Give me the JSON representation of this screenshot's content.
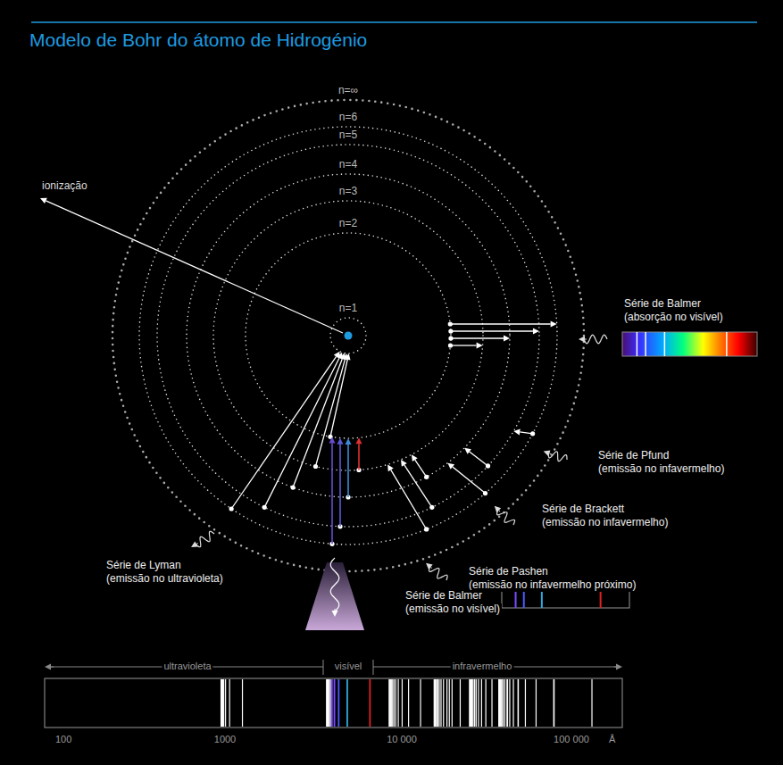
{
  "diagram": {
    "title": "Modelo de Bohr do átomo de Hidrogénio",
    "labels": [
      "n=∞",
      "n=6",
      "n=5",
      "n=4",
      "n=3",
      "n=2",
      "n=1",
      "ionização",
      "Série de Balmer",
      "(absorção no visível)",
      "Série de Pfund",
      "(emissão no infavermelho)",
      "Série de Brackett",
      "(emissão no infavermelho)",
      "Série de Pashen",
      "(emissão no infavermelho próximo)",
      "Série de Lyman",
      "(emissão no ultravioleta)",
      "Série de Balmer",
      "(emissão no visível)",
      "ultravioleta",
      "visível",
      "infravermelho",
      "100",
      "1000",
      "10 000",
      "100 000",
      "Å"
    ]
  }
}
